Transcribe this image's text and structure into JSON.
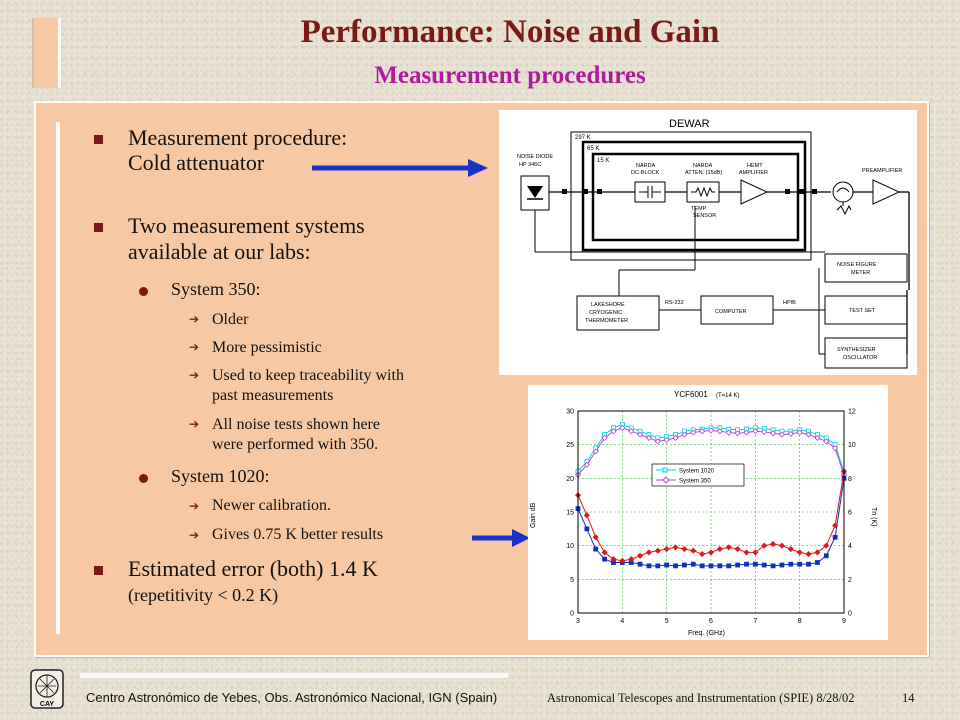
{
  "slide": {
    "title": "Performance: Noise and Gain",
    "subtitle": "Measurement procedures"
  },
  "bullets": {
    "b1_line1": "Measurement procedure:",
    "b1_line2": "Cold attenuator",
    "b2_line1": "Two measurement systems",
    "b2_line2": "available at our labs:",
    "s350": "System 350:",
    "s350_items": [
      "Older",
      "More pessimistic",
      "Used to keep traceability with",
      "past measurements",
      "All noise tests shown here",
      "were performed with 350."
    ],
    "s1020": "System 1020:",
    "s1020_items": [
      "Newer calibration.",
      "Gives 0.75 K better results"
    ],
    "b3_line1": "Estimated error (both) 1.4 K",
    "b3_line2": "(repetitivity < 0.2 K)"
  },
  "diagram": {
    "dewar": "DEWAR",
    "t1": "297 K",
    "t2": "65 K",
    "t3": "15 K",
    "noise_diode": [
      "NOISE DIODE",
      "HP 346C"
    ],
    "narda_dc": [
      "NARDA",
      "DC-BLOCK"
    ],
    "narda_att": [
      "NARDA",
      "ATTEN. (15dB)"
    ],
    "hemt": [
      "HEMT",
      "AMPLIFIER"
    ],
    "preamp": "PREAMPLIFIER",
    "temp_sensor": [
      "TEMP.",
      "SENSOR"
    ],
    "noise_meter": [
      "NOISE FIGURE",
      "METER"
    ],
    "test_set": "TEST SET",
    "synth": [
      "SYNTHESIZER",
      "OSCILLATOR"
    ],
    "lakeshore": [
      "LAKESHORE",
      "CRYOGENIC",
      "THERMOMETER"
    ],
    "rs232": "RS-232",
    "computer": "COMPUTER",
    "hpib": "HPIB"
  },
  "chart_data": {
    "type": "line",
    "title": "YCF6001",
    "title_note": "(T=14 K)",
    "xlabel": "Freq. (GHz)",
    "ylabel_left": "Gain dB",
    "ylabel_right": "Tn (K)",
    "xlim": [
      3,
      9
    ],
    "ylim_left": [
      0,
      30
    ],
    "ylim_right": [
      0,
      12
    ],
    "x_ticks": [
      "3",
      "4",
      "5",
      "6",
      "7",
      "8",
      "9"
    ],
    "y_ticks_left": [
      "0",
      "5",
      "10",
      "15",
      "20",
      "25",
      "30"
    ],
    "y_ticks_right": [
      "0",
      "2",
      "4",
      "6",
      "8",
      "10",
      "12"
    ],
    "grid": true,
    "legend": "top-center",
    "x": [
      3.0,
      3.2,
      3.4,
      3.6,
      3.8,
      4.0,
      4.2,
      4.4,
      4.6,
      4.8,
      5.0,
      5.2,
      5.4,
      5.6,
      5.8,
      6.0,
      6.2,
      6.4,
      6.6,
      6.8,
      7.0,
      7.2,
      7.4,
      7.6,
      7.8,
      8.0,
      8.2,
      8.4,
      8.6,
      8.8,
      9.0
    ],
    "series": [
      {
        "name": "System 1020",
        "axis": "left",
        "kind": "gain",
        "color": "#00d0e0",
        "marker": "square-open",
        "values": [
          21.0,
          22.5,
          24.5,
          26.5,
          27.5,
          28.0,
          27.5,
          27.0,
          26.5,
          26.0,
          26.2,
          26.5,
          27.0,
          27.2,
          27.3,
          27.5,
          27.5,
          27.3,
          27.2,
          27.3,
          27.5,
          27.4,
          27.2,
          27.0,
          27.0,
          27.2,
          27.0,
          26.5,
          26.0,
          25.0,
          21.0
        ]
      },
      {
        "name": "System 350",
        "axis": "left",
        "kind": "gain",
        "color": "#c040d0",
        "marker": "diamond-open",
        "values": [
          20.5,
          22.0,
          24.0,
          26.0,
          27.0,
          27.5,
          27.0,
          26.5,
          26.0,
          25.5,
          25.7,
          26.0,
          26.5,
          26.8,
          27.0,
          27.1,
          27.0,
          26.8,
          26.7,
          26.8,
          27.0,
          26.9,
          26.7,
          26.5,
          26.6,
          26.8,
          26.5,
          26.0,
          25.5,
          24.5,
          20.5
        ]
      },
      {
        "name": "System 1020",
        "axis": "right",
        "kind": "noise",
        "color": "#1030c0",
        "marker": "square-filled",
        "values": [
          6.2,
          5.0,
          3.8,
          3.2,
          3.0,
          3.0,
          3.0,
          2.9,
          2.8,
          2.8,
          2.85,
          2.8,
          2.85,
          2.9,
          2.8,
          2.8,
          2.8,
          2.8,
          2.85,
          2.9,
          2.9,
          2.85,
          2.8,
          2.85,
          2.9,
          2.9,
          2.9,
          3.0,
          3.4,
          4.5,
          8.0
        ]
      },
      {
        "name": "System 350",
        "axis": "right",
        "kind": "noise",
        "color": "#e01818",
        "marker": "diamond-filled",
        "values": [
          7.0,
          5.8,
          4.5,
          3.6,
          3.2,
          3.1,
          3.2,
          3.4,
          3.6,
          3.7,
          3.8,
          3.9,
          3.8,
          3.7,
          3.5,
          3.6,
          3.8,
          3.9,
          3.8,
          3.6,
          3.6,
          4.0,
          4.1,
          4.0,
          3.8,
          3.6,
          3.5,
          3.6,
          4.0,
          5.2,
          8.4
        ]
      }
    ]
  },
  "footer": {
    "left": "Centro Astronómico de Yebes, Obs. Astronómico Nacional, IGN (Spain)",
    "right": "Astronomical Telescopes and Instrumentation (SPIE)  8/28/02",
    "page": "14",
    "logo_text": "CAY"
  },
  "colors": {
    "title": "#7a1a16",
    "subtitle": "#b01aa0",
    "panel": "#f6c9a4",
    "arrow": "#1a2ec8"
  }
}
